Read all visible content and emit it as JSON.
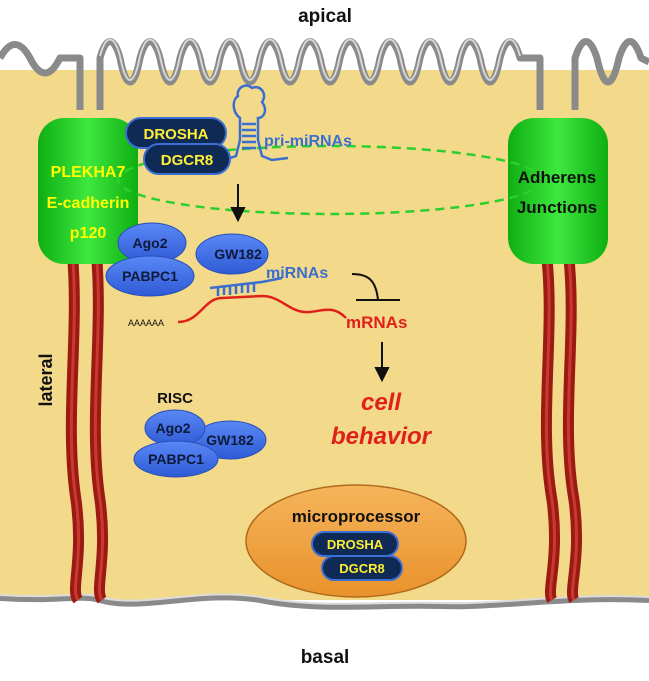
{
  "labels": {
    "apical": "apical",
    "basal": "basal",
    "lateral": "lateral",
    "adherens_line1": "Adherens",
    "adherens_line2": "Junctions",
    "plekha7": "PLEKHA7",
    "ecadherin": "E-cadherin",
    "p120": "p120",
    "drosha": "DROSHA",
    "dgcr8": "DGCR8",
    "pri_mirnas": "pri-miRNAs",
    "ago2": "Ago2",
    "gw182": "GW182",
    "pabpc1": "PABPC1",
    "mirnas": "miRNAs",
    "mrnas": "mRNAs",
    "polya": "AAAAAA",
    "risc": "RISC",
    "risc_ago2": "Ago2",
    "risc_gw182": "GW182",
    "risc_pabpc1": "PABPC1",
    "cell_line1": "cell",
    "cell_line2": "behavior",
    "microprocessor": "microprocessor",
    "mp_drosha": "DROSHA",
    "mp_dgcr8": "DGCR8"
  },
  "colors": {
    "cytoplasm": "#f3d98a",
    "membrane": "#8c8c8c",
    "junction_green": "#22cc22",
    "junction_label": "#ffff00",
    "cadherin_red": "#a01a14",
    "complex_navy": "#0f2a55",
    "complex_text": "#ffee33",
    "protein_blue": "#3f6fe8",
    "mirna_blue": "#3a6fd0",
    "mrna_red": "#e0201a",
    "microprocessor_orange": "#f0a040"
  }
}
